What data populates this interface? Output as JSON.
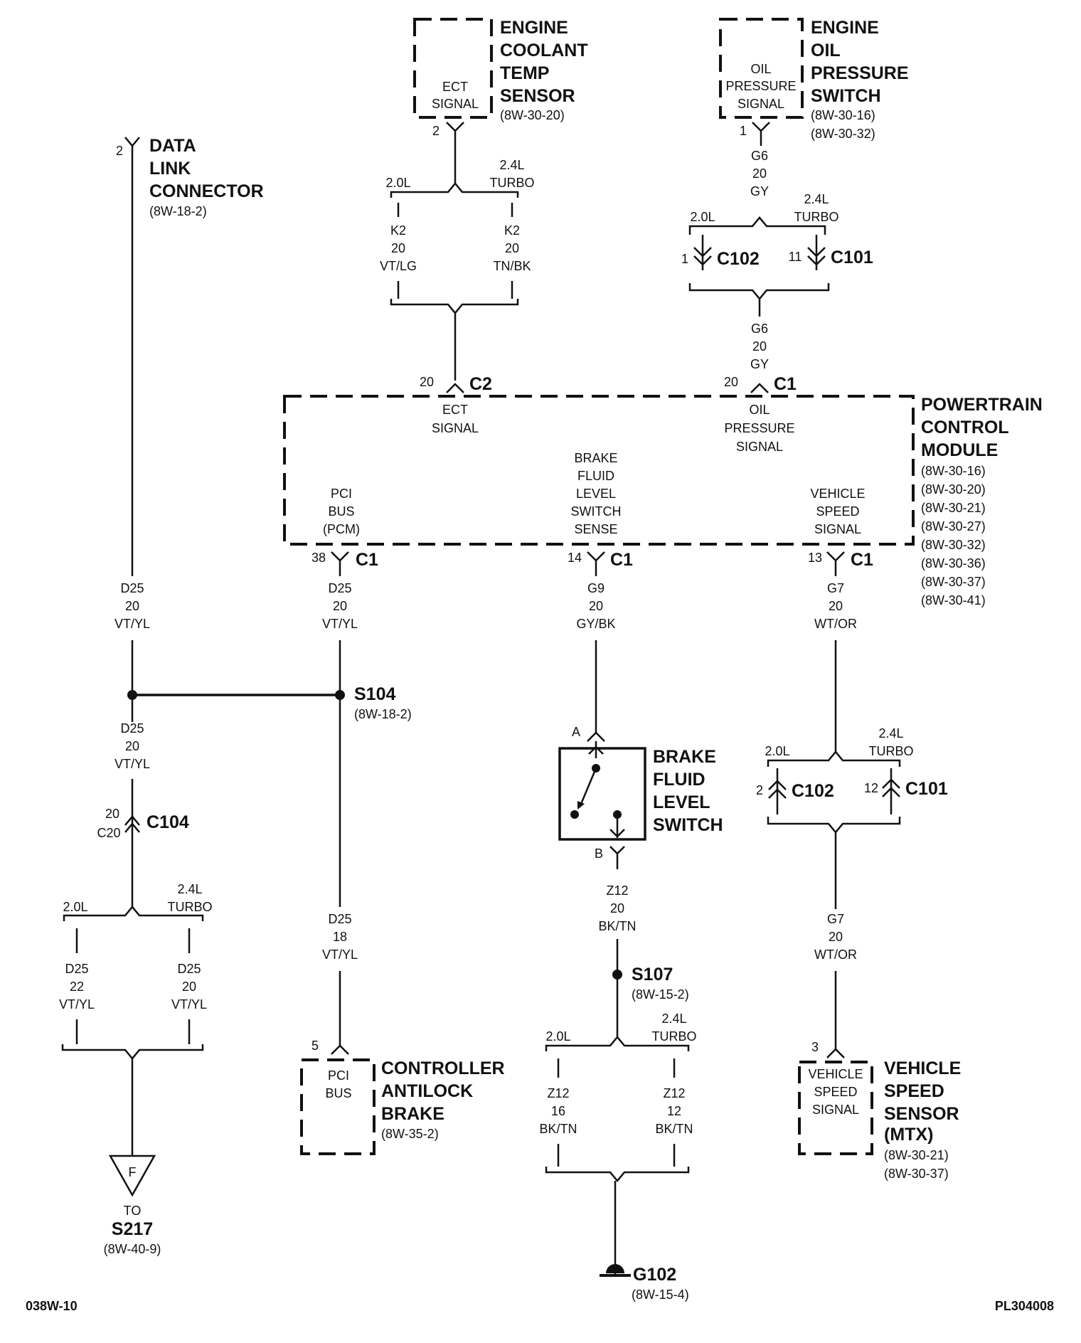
{
  "ect_sensor": {
    "title": [
      "ENGINE",
      "COOLANT",
      "TEMP",
      "SENSOR"
    ],
    "ref": "(8W-30-20)",
    "signal": [
      "ECT",
      "SIGNAL"
    ],
    "pin": "2"
  },
  "oil_switch": {
    "title": [
      "ENGINE",
      "OIL",
      "PRESSURE",
      "SWITCH"
    ],
    "refs": [
      "(8W-30-16)",
      "(8W-30-32)"
    ],
    "signal": [
      "OIL",
      "PRESSURE",
      "SIGNAL"
    ],
    "pin": "1"
  },
  "dlc": {
    "title": [
      "DATA",
      "LINK",
      "CONNECTOR"
    ],
    "ref": "(8W-18-2)",
    "pin": "2"
  },
  "engine_labels": {
    "l20": "2.0L",
    "l24": "2.4L",
    "turbo": "TURBO"
  },
  "wires": {
    "k2_left": [
      "K2",
      "20",
      "VT/LG"
    ],
    "k2_right": [
      "K2",
      "20",
      "TN/BK"
    ],
    "g6": [
      "G6",
      "20",
      "GY"
    ],
    "d25_a": [
      "D25",
      "20",
      "VT/YL"
    ],
    "d25_b": [
      "D25",
      "20",
      "VT/YL"
    ],
    "d25_c": [
      "D25",
      "20",
      "VT/YL"
    ],
    "d25_22": [
      "D25",
      "22",
      "VT/YL"
    ],
    "d25_20r": [
      "D25",
      "20",
      "VT/YL"
    ],
    "d25_18": [
      "D25",
      "18",
      "VT/YL"
    ],
    "g9": [
      "G9",
      "20",
      "GY/BK"
    ],
    "g7": [
      "G7",
      "20",
      "WT/OR"
    ],
    "z12_20": [
      "Z12",
      "20",
      "BK/TN"
    ],
    "z12_16": [
      "Z12",
      "16",
      "BK/TN"
    ],
    "z12_12": [
      "Z12",
      "12",
      "BK/TN"
    ]
  },
  "connectors": {
    "c102": "C102",
    "c101": "C101",
    "c1": "C1",
    "c2": "C2",
    "c104": "C104",
    "c20": "C20",
    "pin1": "1",
    "pin11": "11",
    "pin2": "2",
    "pin12": "12",
    "pin20": "20",
    "pin38": "38",
    "pin14": "14",
    "pin13": "13",
    "pin3": "3",
    "pin5": "5",
    "pinA": "A",
    "pinB": "B"
  },
  "pcm": {
    "title": [
      "POWERTRAIN",
      "CONTROL",
      "MODULE"
    ],
    "refs": [
      "(8W-30-16)",
      "(8W-30-20)",
      "(8W-30-21)",
      "(8W-30-27)",
      "(8W-30-32)",
      "(8W-30-36)",
      "(8W-30-37)",
      "(8W-30-41)"
    ],
    "ect": [
      "ECT",
      "SIGNAL"
    ],
    "oil": [
      "OIL",
      "PRESSURE",
      "SIGNAL"
    ],
    "pci": [
      "PCI",
      "BUS",
      "(PCM)"
    ],
    "brake": [
      "BRAKE",
      "FLUID",
      "LEVEL",
      "SWITCH",
      "SENSE"
    ],
    "vss": [
      "VEHICLE",
      "SPEED",
      "SIGNAL"
    ]
  },
  "splices": {
    "s104": {
      "name": "S104",
      "ref": "(8W-18-2)"
    },
    "s107": {
      "name": "S107",
      "ref": "(8W-15-2)"
    }
  },
  "brake_switch": {
    "title": [
      "BRAKE",
      "FLUID",
      "LEVEL",
      "SWITCH"
    ]
  },
  "cab": {
    "title": [
      "CONTROLLER",
      "ANTILOCK",
      "BRAKE"
    ],
    "ref": "(8W-35-2)",
    "signal": [
      "PCI",
      "BUS"
    ]
  },
  "vss_sensor": {
    "title": [
      "VEHICLE",
      "SPEED",
      "SENSOR",
      "(MTX)"
    ],
    "refs": [
      "(8W-30-21)",
      "(8W-30-37)"
    ],
    "signal": [
      "VEHICLE",
      "SPEED",
      "SIGNAL"
    ]
  },
  "offpage": {
    "letter": "F",
    "to": "TO",
    "splice": "S217",
    "ref": "(8W-40-9)"
  },
  "ground": {
    "name": "G102",
    "ref": "(8W-15-4)"
  },
  "footer": {
    "left": "038W-10",
    "right": "PL304008"
  }
}
